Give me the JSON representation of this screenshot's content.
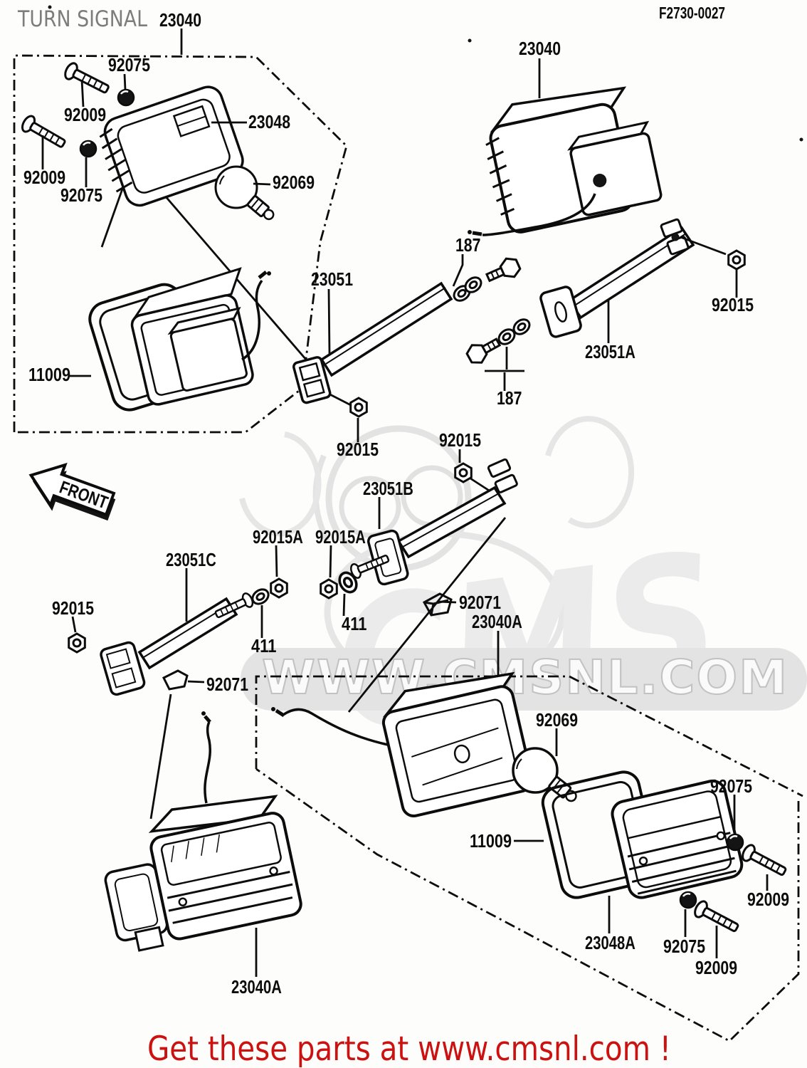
{
  "page": {
    "title": "TURN SIGNAL",
    "diagram_code": "F2730-0027"
  },
  "banner": {
    "text": "Get these parts at www.cmsnl.com !",
    "color": "#cc1111"
  },
  "watermark": {
    "brand": "CMS",
    "site": "WWW.CMSNL.COM",
    "color": "#e3e3e3"
  },
  "front_arrow_label": "FRONT",
  "colors": {
    "line": "#0c0c0c",
    "title_gray": "#7d7d7d"
  },
  "labels": [
    "23040",
    "92075",
    "92009",
    "92009",
    "92075",
    "23048",
    "92069",
    "23040",
    "187",
    "23051",
    "92015",
    "23051A",
    "187",
    "11009",
    "92015",
    "92015",
    "23051B",
    "92015A",
    "92015A",
    "23051C",
    "92015",
    "411",
    "411",
    "92071",
    "23040A",
    "92071",
    "92069",
    "92075",
    "11009",
    "92009",
    "23048A",
    "92075",
    "92009",
    "23040A"
  ]
}
